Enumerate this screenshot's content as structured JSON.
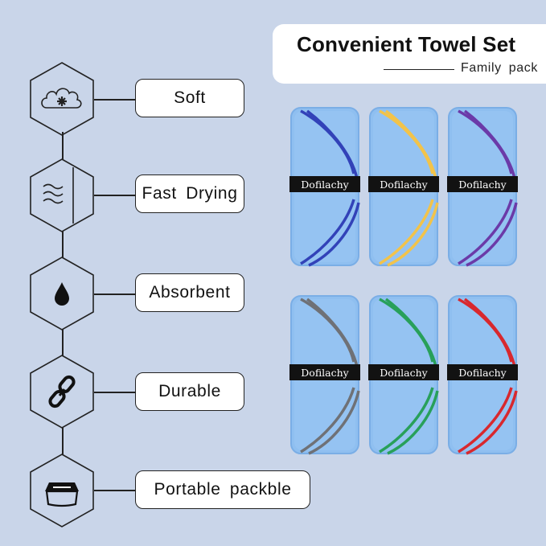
{
  "header": {
    "title": "Convenient Towel Set",
    "subtitle": "Family pack"
  },
  "features": [
    {
      "label": "Soft",
      "icon": "cotton-icon"
    },
    {
      "label": "Fast  Drying",
      "icon": "waves-icon"
    },
    {
      "label": "Absorbent",
      "icon": "droplet-icon"
    },
    {
      "label": "Durable",
      "icon": "chain-link-icon"
    },
    {
      "label": "Portable  packble",
      "icon": "pouch-icon"
    }
  ],
  "towels": {
    "brand": "Dofilachy",
    "towel_color": "#8fbff0",
    "trim_colors": [
      "#3242b8",
      "#f2c34a",
      "#6b3aa8",
      "#6f7176",
      "#28a05a",
      "#d8282e"
    ]
  },
  "colors": {
    "background": "#c9d5e9",
    "outline": "#222222"
  }
}
